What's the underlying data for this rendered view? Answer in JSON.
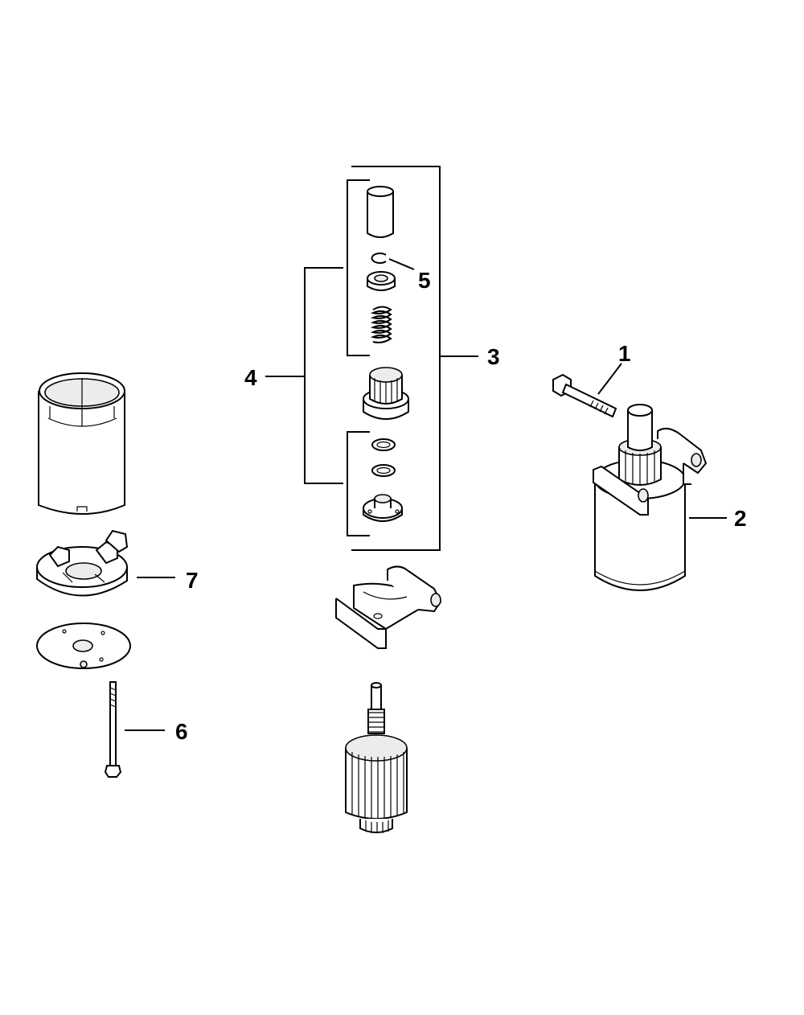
{
  "callouts": {
    "c1": "1",
    "c2": "2",
    "c3": "3",
    "c4": "4",
    "c5": "5",
    "c6": "6",
    "c7": "7"
  },
  "parts": {
    "bolt_flange": "bolt-icon",
    "starter_assembly": "starter-motor-icon",
    "drive_kit_bracket": "bracket-icon",
    "drive_subkit_bracket": "bracket-icon",
    "retaining_ring": "snap-ring-icon",
    "through_bolt": "long-bolt-icon",
    "brush_assembly": "brush-holder-icon"
  },
  "colors": {
    "ink": "#000000",
    "paper": "#ffffff"
  }
}
